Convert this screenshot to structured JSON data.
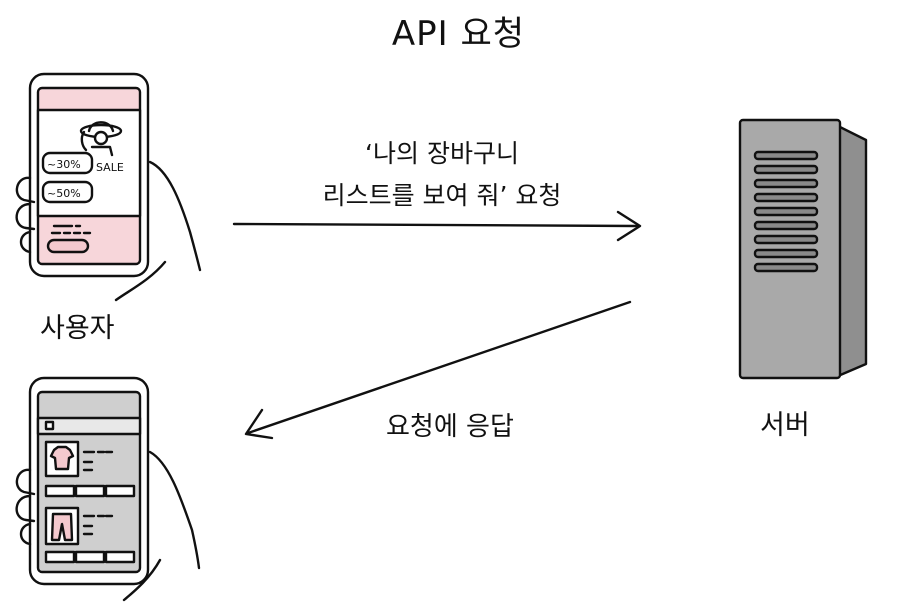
{
  "title": "API 요청",
  "request_label_line1": "‘나의 장바구니",
  "request_label_line2": "리스트를 보여 줘’ 요청",
  "response_label": "요청에 응답",
  "user_label": "사용자",
  "server_label": "서버",
  "phone_top": {
    "badge_1": "~30%",
    "badge_2": "~50%",
    "sale_text": "SALE"
  },
  "colors": {
    "phone_pink": "#f7d6da",
    "button_pink": "#f4c9ce",
    "phone_grey": "#cfcfcf",
    "server_grey": "#a9a9a9",
    "line": "#111111"
  }
}
